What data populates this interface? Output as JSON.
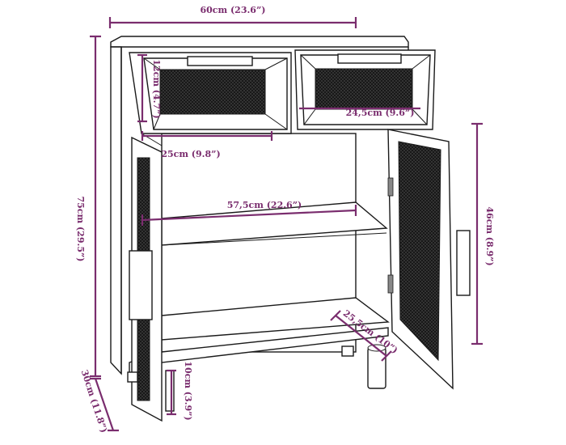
{
  "product": "Sideboard with two rattan drawers and two rattan doors",
  "dimensions": {
    "width": "60cm (23.6”)",
    "height": "75cm (29.5”)",
    "depth": "30cm (11.8”)",
    "drawer_height": "12cm (4.7”)",
    "drawer_width": "25cm (9.8”)",
    "drawer_inner": "24,5cm (9.6”)",
    "inner_width": "57,5cm (22.6”)",
    "door_height": "46cm (8.9”)",
    "door_width": "25,5cm (10”)",
    "leg_height": "10cm (3.9”)"
  },
  "colors": {
    "dimension": "#7a2d6e",
    "outline": "#1a1a1a",
    "rattan": "#2a2a2a"
  }
}
